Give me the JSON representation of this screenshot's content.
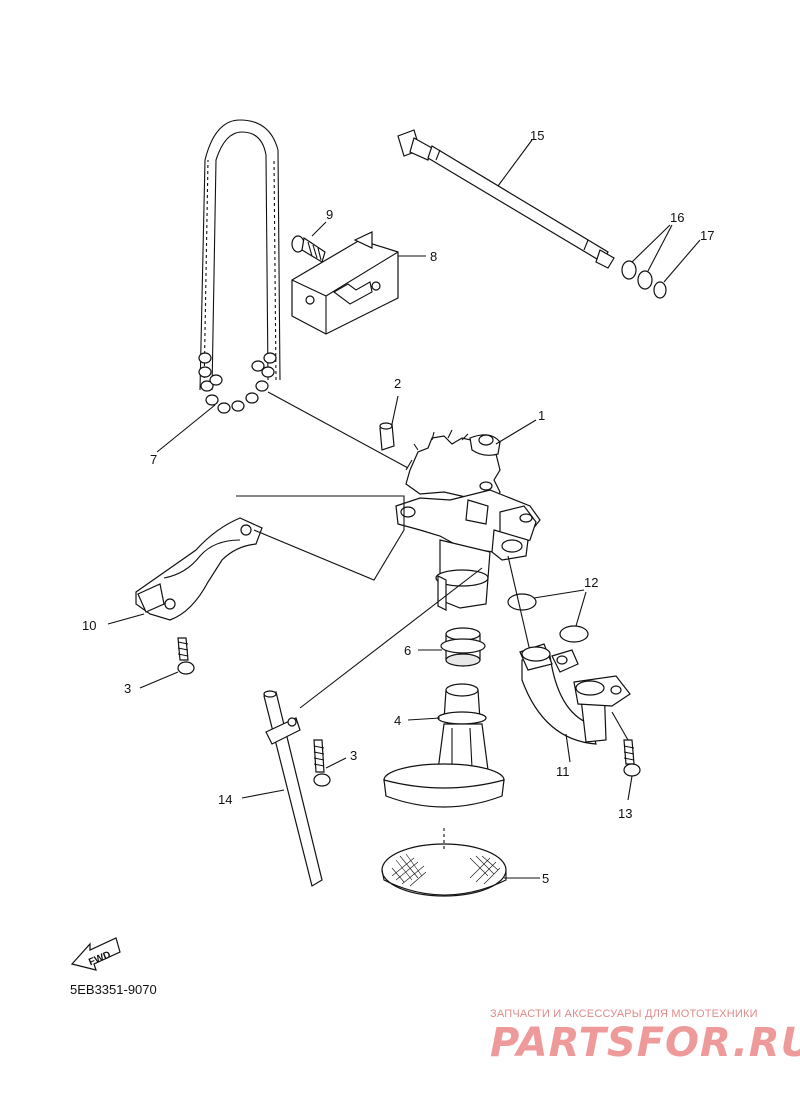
{
  "labels": {
    "p1": "1",
    "p2": "2",
    "p3a": "3",
    "p3b": "3",
    "p4": "4",
    "p5": "5",
    "p6": "6",
    "p7": "7",
    "p8": "8",
    "p9": "9",
    "p10": "10",
    "p11": "11",
    "p12": "12",
    "p13": "13",
    "p14": "14",
    "p15": "15",
    "p16": "16",
    "p17": "17"
  },
  "fwd_arrow_text": "FWD",
  "diagram_code": "5EB3351-9070",
  "watermark": {
    "caption": "ЗАПЧАСТИ И АКСЕССУАРЫ ДЛЯ МОТОТЕХНИКИ",
    "logo": "PARTSFOR.RU",
    "color": "#ef9a9a"
  }
}
